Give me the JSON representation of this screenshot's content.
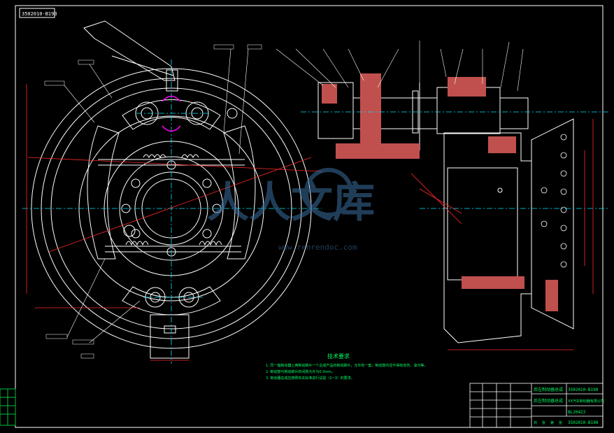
{
  "drawing_code": "3502010-B190",
  "watermark": {
    "main": "人人文库",
    "url": "www.renrendoc.com"
  },
  "tech_req": {
    "title": "技术要求",
    "lines": [
      "1. 同一轴制动器上两制动蹄片一个总成产品的制动蹄片，允许有一套，制动鼓内径不得有划伤、油污等。",
      "2. 制动鼓与制动蹄片的间隙允许为0.3mm。",
      "3. 制动器总成应按照有关标准进行试验（2~3）的要求。"
    ]
  },
  "title_block": {
    "name1": "后左制动器总成",
    "name2": "后左制动器总成",
    "company": "XX汽车制动器有限公司",
    "code1": "3502010-B190",
    "code2": "3502010-B190",
    "scale": "BL20423",
    "footer": [
      "共",
      "张",
      "第",
      "张"
    ]
  },
  "colors": {
    "background": "#000000",
    "line": "#ffffff",
    "center_line": "#00e5ff",
    "dimension": "#ff2a2a",
    "section": "#c0504d",
    "highlight": "#ff00ff",
    "label": "#00ff66",
    "frame_left": "#00c040"
  }
}
